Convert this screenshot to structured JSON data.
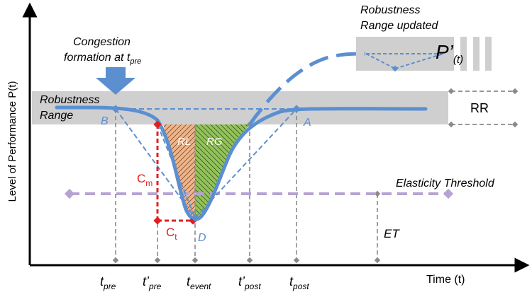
{
  "axes": {
    "y_label": "Level of Performance P(t)",
    "x_label": "Time (t)"
  },
  "annotations": {
    "congestion_line1": "Congestion",
    "congestion_line2": "formation at t",
    "congestion_sub": "pre",
    "robustness_line1": "Robustness",
    "robustness_line2": "Range",
    "robustness_updated_line1": "Robustness",
    "robustness_updated_line2": "Range updated",
    "p_prime": "P’",
    "p_prime_sub": "(t)",
    "rr": "RR",
    "elasticity_threshold": "Elasticity Threshold",
    "et": "ET"
  },
  "points": {
    "a": "A",
    "b": "B",
    "d": "D"
  },
  "regions": {
    "rl": "RL",
    "rg": "RG"
  },
  "measures": {
    "cm_main": "C",
    "cm_sub": "m",
    "ct_main": "C",
    "ct_sub": "t"
  },
  "time_ticks": [
    {
      "main": "t",
      "sub": "pre"
    },
    {
      "main": "t’",
      "sub": "pre"
    },
    {
      "main": "t",
      "sub": "event"
    },
    {
      "main": "t’",
      "sub": "post"
    },
    {
      "main": "t",
      "sub": "post"
    }
  ],
  "colors": {
    "curve": "#5b8fd0",
    "band": "#cfcfcf",
    "red": "#e02020",
    "threshold": "#b6a2d3",
    "dash_gray": "#8a8a8a",
    "rl_fill": "#f0b488",
    "rg_fill": "#92c45a"
  }
}
